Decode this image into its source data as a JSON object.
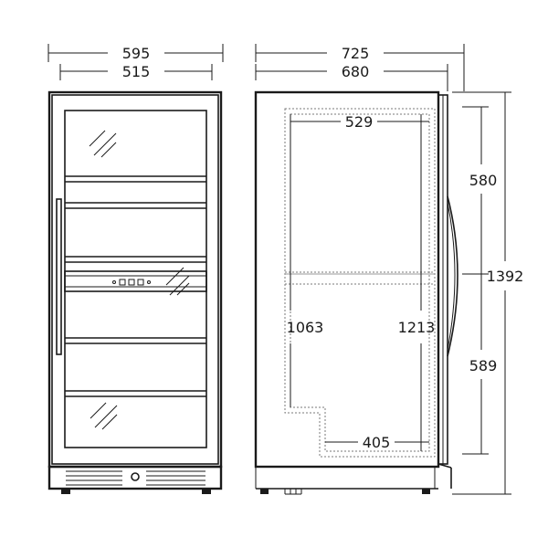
{
  "front_view": {
    "overall_width": "595",
    "cabinet_width": "515"
  },
  "side_view": {
    "overall_depth": "725",
    "cabinet_depth": "680",
    "interior_depth": "529",
    "interior_height_left": "1063",
    "interior_height_right": "1213",
    "bottom_depth": "405"
  },
  "height_dims": {
    "upper_zone": "580",
    "lower_zone": "589",
    "overall_height": "1392"
  },
  "colors": {
    "line": "#1a1a1a",
    "dashed": "#7a7a7a"
  }
}
